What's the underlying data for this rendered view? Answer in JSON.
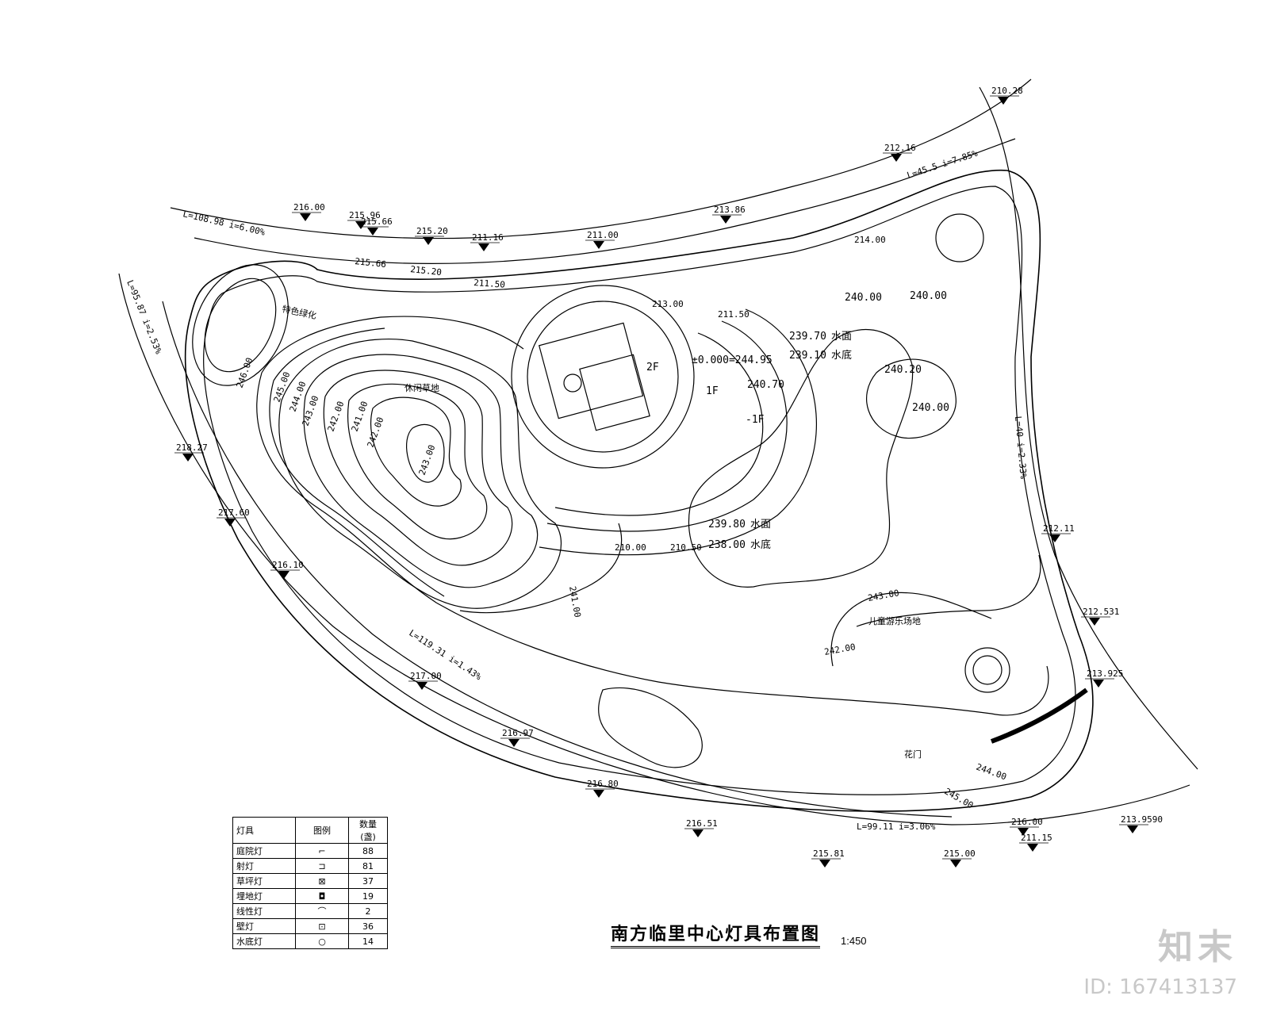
{
  "title": "南方临里中心灯具布置图",
  "scale": "1:450",
  "watermark": {
    "logo": "知末",
    "id": "ID: 167413137"
  },
  "legend": {
    "headers": [
      "灯具",
      "图例",
      "数量(盏)"
    ],
    "rows": [
      {
        "name": "庭院灯",
        "symbol": "⌐",
        "count": "88"
      },
      {
        "name": "射灯",
        "symbol": "⊐",
        "count": "81"
      },
      {
        "name": "草坪灯",
        "symbol": "⊠",
        "count": "37"
      },
      {
        "name": "埋地灯",
        "symbol": "◘",
        "count": "19"
      },
      {
        "name": "线性灯",
        "symbol": "⌒",
        "count": "2"
      },
      {
        "name": "壁灯",
        "symbol": "⊡",
        "count": "36"
      },
      {
        "name": "水底灯",
        "symbol": "○",
        "count": "14"
      }
    ]
  },
  "spot_levels": [
    "210.28",
    "212.16",
    "216.00",
    "215.96",
    "215.66",
    "215.20",
    "211.16",
    "211.00",
    "213.86",
    "218.27",
    "217.60",
    "216.10",
    "217.00",
    "216.97",
    "216.80",
    "216.51",
    "215.81",
    "215.00",
    "216.00",
    "211.15",
    "213.9590",
    "213.925",
    "212.531",
    "212.11"
  ],
  "road_profiles": [
    "L=108.98 i=6.00%",
    "L=95.87 i=2.53%",
    "L=45.5 i=7.85%",
    "L=40 i=2.33%",
    "L=119.31 i=1.43%",
    "L=99.11 i=3.06%"
  ],
  "contours": [
    "246.00",
    "245.00",
    "244.00",
    "243.00",
    "242.00",
    "241.00",
    "242.00",
    "243.00",
    "241.00",
    "242.00",
    "243.00",
    "244.00",
    "245.00"
  ],
  "site_levels": [
    "215.66",
    "215.20",
    "211.50",
    "213.00",
    "211.50",
    "214.00",
    "210.00",
    "210.50"
  ],
  "building": {
    "floor_2f": "2F",
    "floor_1f": "1F",
    "floor_b1": "-1F",
    "zero_level": "±0.000=244.95",
    "level_a": "240.70"
  },
  "water": [
    {
      "surface": "239.70",
      "surface_label": "水面",
      "bottom": "239.10",
      "bottom_label": "水底"
    },
    {
      "surface": "239.80",
      "surface_label": "水面",
      "bottom": "238.00",
      "bottom_label": "水底"
    }
  ],
  "pond_levels": [
    "240.00",
    "240.00",
    "240.20",
    "240.00"
  ],
  "area_labels": [
    "特色绿化",
    "休闲草地",
    "儿童游乐场地",
    "花门"
  ]
}
